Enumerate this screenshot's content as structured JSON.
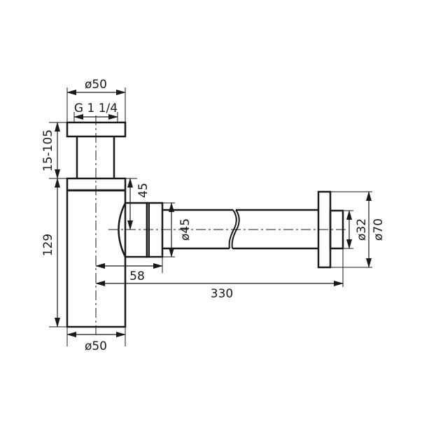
{
  "drawing": {
    "title": "Bottle trap siphon technical drawing",
    "colors": {
      "line": "#1a1a1a",
      "background": "#ffffff"
    },
    "dimensions": {
      "top_outer_diameter": "ø50",
      "top_thread": "G 1 1/4",
      "height_adjust": "15-105",
      "body_height": "129",
      "outlet_offset": "45",
      "outlet_diameter": "ø45",
      "outlet_length_short": "58",
      "total_length": "330",
      "bottom_diameter": "ø50",
      "wall_pipe_diameter": "ø32",
      "rosette_diameter": "ø70"
    }
  }
}
